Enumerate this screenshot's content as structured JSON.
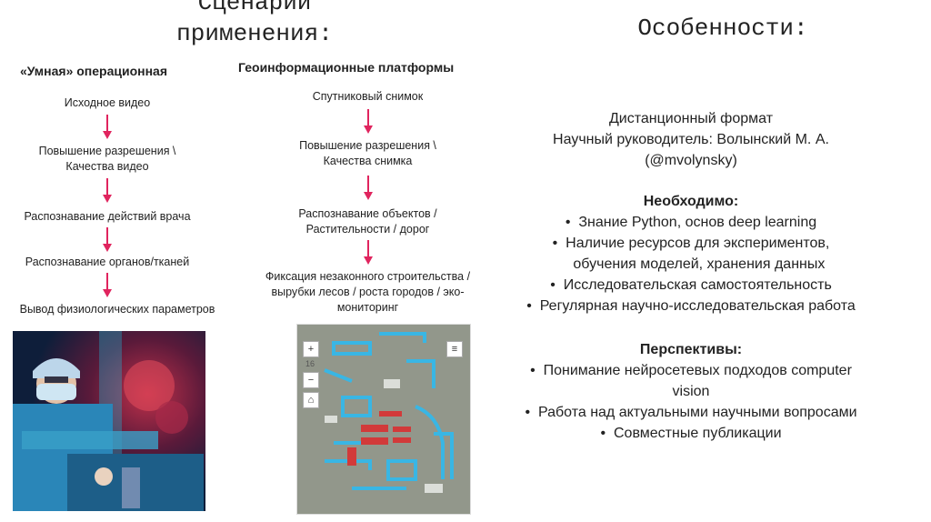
{
  "titles": {
    "left": "Сценарии применения:",
    "right": "Особенности:"
  },
  "column1": {
    "heading": "«Умная» операционная",
    "steps": [
      "Исходное видео",
      "Повышение разрешения \\",
      "Качества видео",
      "Распознавание действий врача",
      "Распознавание органов/тканей",
      "Вывод физиологических параметров"
    ]
  },
  "column2": {
    "heading": "Геоинформационные платформы",
    "steps": [
      "Спутниковый снимок",
      "Повышение разрешения \\",
      "Качества снимка",
      "Распознавание объектов /",
      "Растительности / дорог",
      "Фиксация незаконного строительства /",
      "вырубки лесов / роста городов / эко-",
      "мониторинг"
    ]
  },
  "map_controls": {
    "plus": "+",
    "minus": "−",
    "zoom": "16"
  },
  "features": {
    "line1": "Дистанционный формат",
    "line2": "Научный руководитель: Волынский М. А.",
    "line3": "(@mvolynsky)",
    "required_heading": "Необходимо:",
    "required": [
      "Знание Python, основ deep learning",
      "Наличие ресурсов для экспериментов,",
      "обучения моделей, хранения данных",
      "Исследовательская самостоятельность",
      "Регулярная научно-исследовательская работа"
    ],
    "prospects_heading": "Перспективы:",
    "prospects": [
      "Понимание нейросетевых подходов computer",
      "vision",
      "Работа над актуальными научными вопросами",
      "Совместные публикации"
    ]
  },
  "colors": {
    "arrow": "#e0245e"
  }
}
